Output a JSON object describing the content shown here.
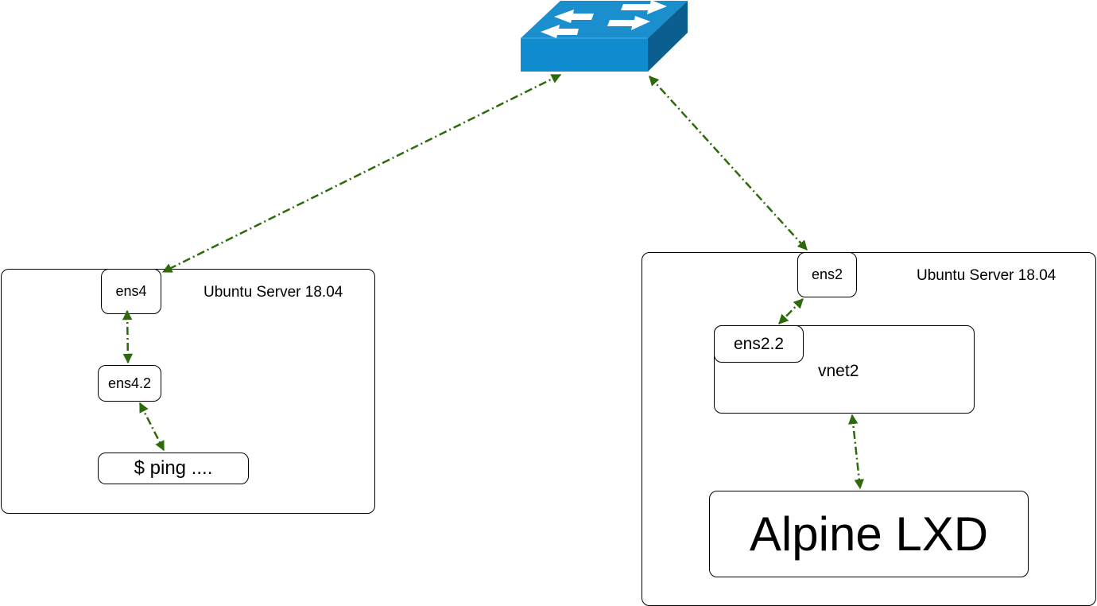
{
  "left_server": {
    "title": "Ubuntu Server 18.04",
    "iface": "ens4",
    "subiface": "ens4.2",
    "command": "$ ping ...."
  },
  "right_server": {
    "title": "Ubuntu Server 18.04",
    "iface": "ens2",
    "bridge_iface": "ens2.2",
    "bridge": "vnet2",
    "container": "Alpine LXD"
  },
  "colors": {
    "link": "#2d6a0a",
    "switch_top": "#1b8fce",
    "switch_front": "#0f8bd0",
    "switch_side": "#0a5f8f"
  },
  "icons": [
    "network-switch-icon"
  ]
}
